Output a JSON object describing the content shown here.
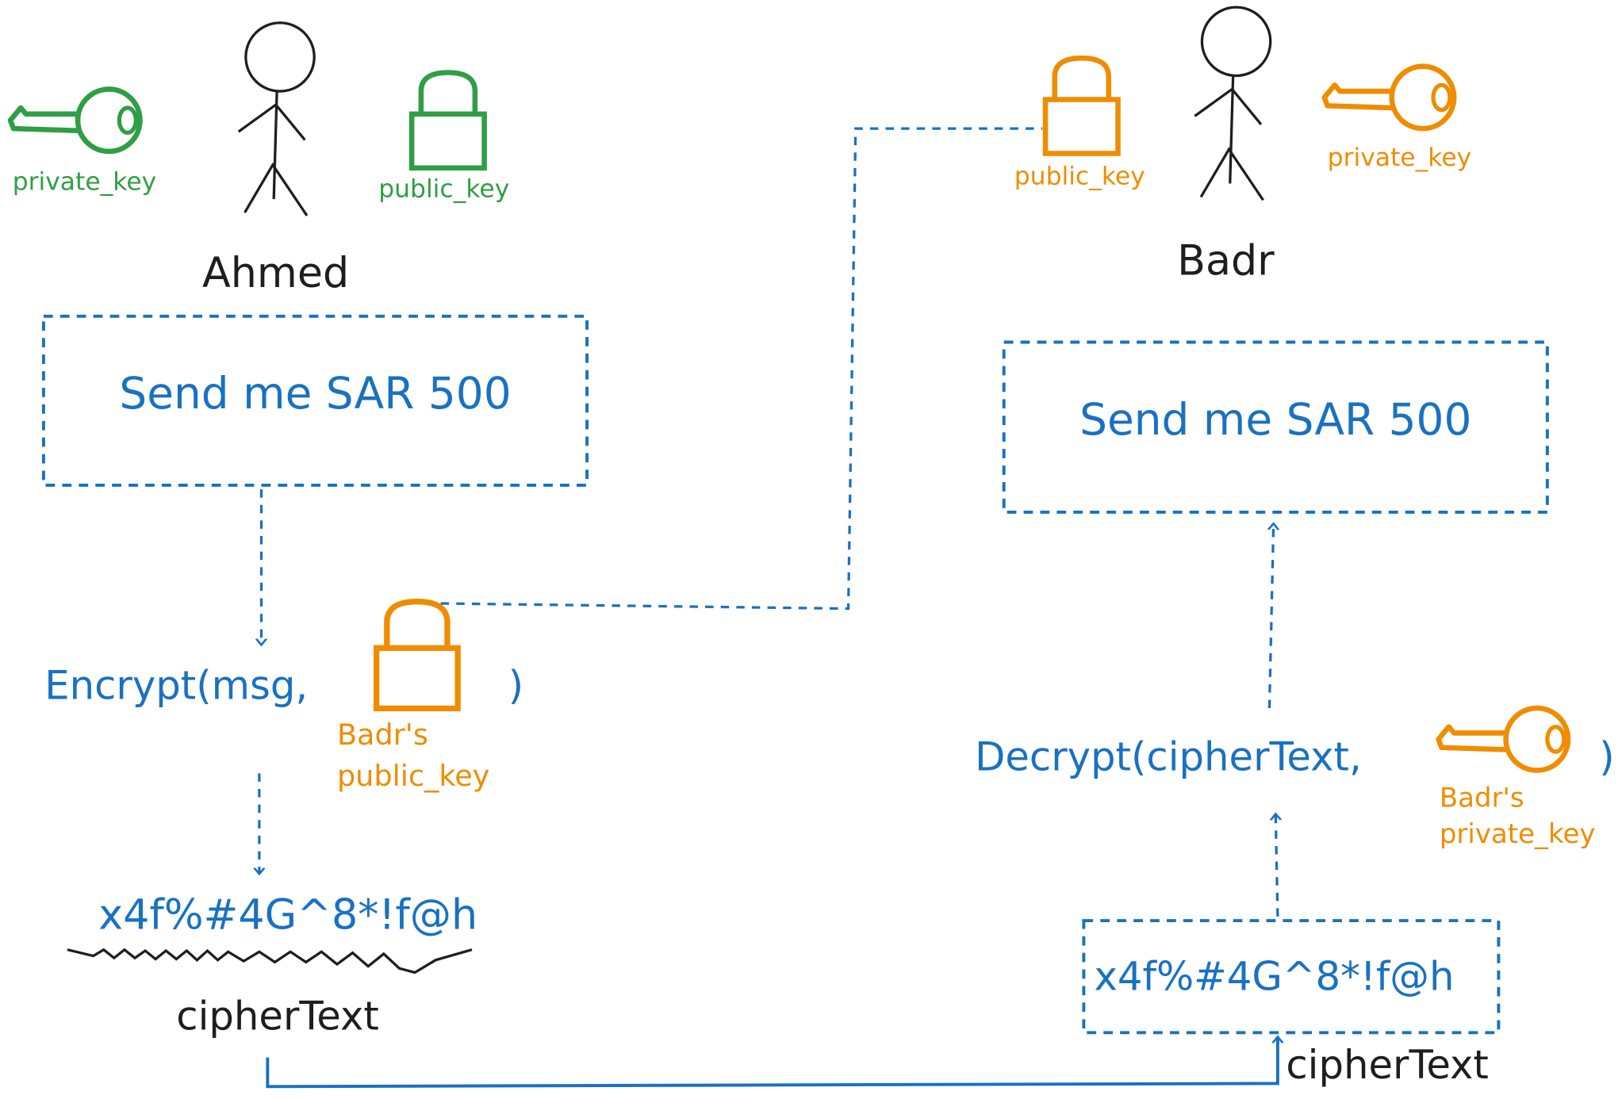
{
  "colors": {
    "blue": "#1971c2",
    "green": "#2f9e44",
    "orange": "#f08c00",
    "black": "#1e1e1e"
  },
  "ahmed": {
    "name": "Ahmed",
    "private_key_label": "private_key",
    "public_key_label": "public_key",
    "message": "Send me SAR 500",
    "encrypt_prefix": "Encrypt(msg,",
    "encrypt_suffix": ")",
    "key_owner_label": "Badr's",
    "key_label": "public_key",
    "ciphertext": "x4f%#4G^8*!f@h",
    "ciphertext_label": "cipherText"
  },
  "badr": {
    "name": "Badr",
    "public_key_label": "public_key",
    "private_key_label": "private_key",
    "message": "Send me SAR 500",
    "decrypt_prefix": "Decrypt(cipherText,",
    "decrypt_suffix": ")",
    "key_owner_label": "Badr's",
    "key_label": "private_key",
    "ciphertext": "x4f%#4G^8*!f@h",
    "ciphertext_label": "cipherText"
  },
  "icons": [
    "stick-figure-icon",
    "key-icon",
    "padlock-icon"
  ]
}
